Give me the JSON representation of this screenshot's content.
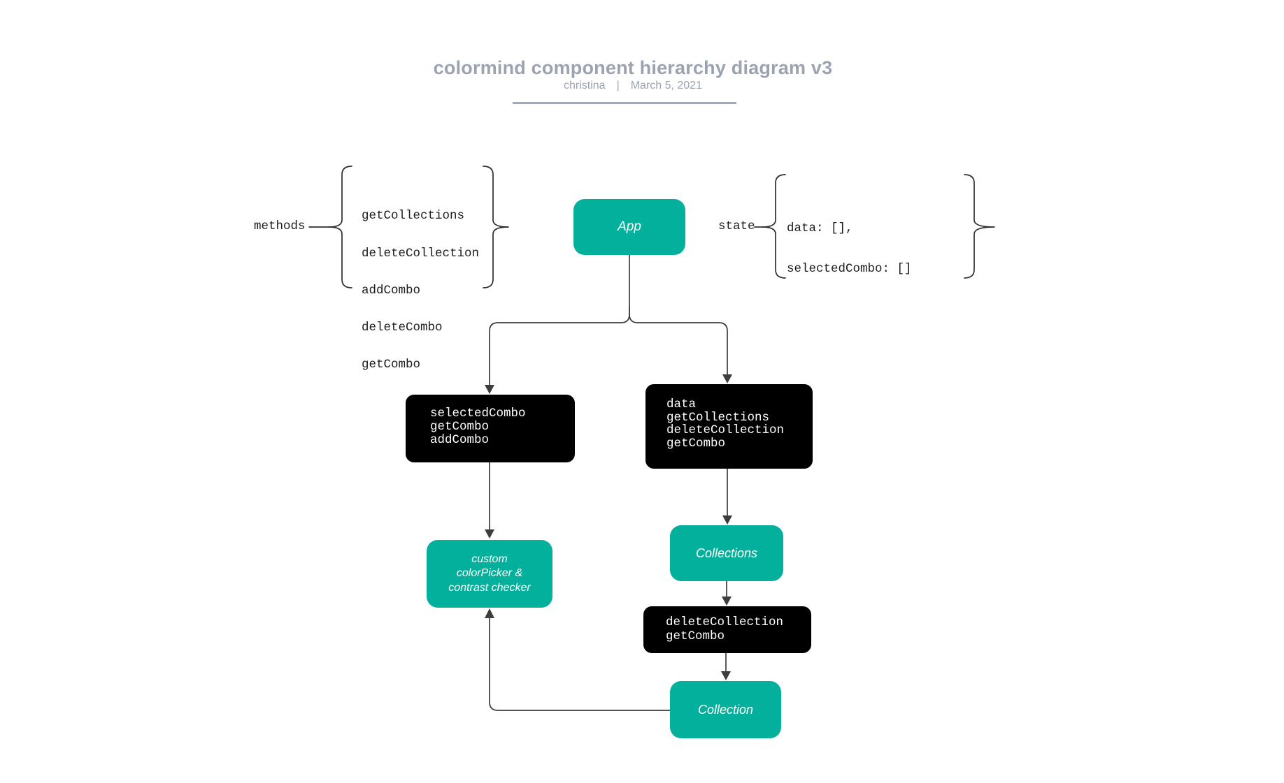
{
  "header": {
    "title": "colormind component hierarchy diagram v3",
    "author": "christina",
    "separator": "|",
    "date": "March 5, 2021"
  },
  "annotations": {
    "methods": {
      "label": "methods",
      "items": [
        "getCollections",
        "deleteCollection",
        "addCombo",
        "deleteCombo",
        "getCombo"
      ]
    },
    "state": {
      "label": "state",
      "items": [
        "data: [],",
        "selectedCombo: []"
      ]
    }
  },
  "nodes": {
    "app": {
      "label": "App"
    },
    "left_props": {
      "lines": [
        "selectedCombo",
        "getCombo",
        "addCombo"
      ]
    },
    "right_props": {
      "lines": [
        "data",
        "getCollections",
        "deleteCollection",
        "getCombo"
      ]
    },
    "color_picker": {
      "lines": [
        "custom",
        "colorPicker &",
        "contrast checker"
      ]
    },
    "collections": {
      "label": "Collections"
    },
    "collection_props": {
      "lines": [
        "deleteCollection",
        "getCombo"
      ]
    },
    "collection": {
      "label": "Collection"
    }
  },
  "colors": {
    "teal": "#02B09C",
    "node_black": "#000000",
    "connector": "#3D3D3D",
    "header_gray": "#9BA3B0",
    "annotation_text": "#1C1C1C",
    "node_text": "#FFFFFF",
    "background": "#FFFFFF"
  }
}
